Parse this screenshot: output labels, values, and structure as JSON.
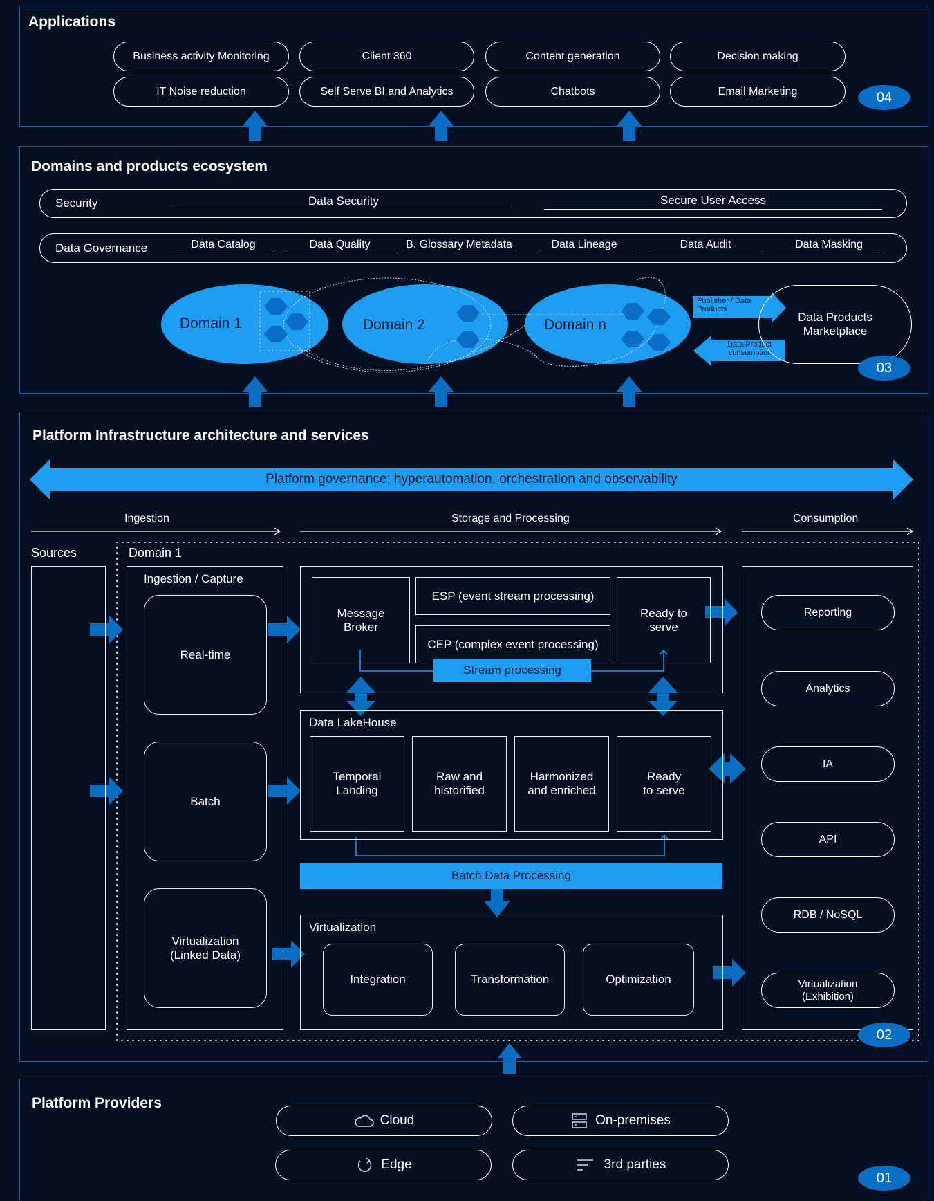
{
  "applications": {
    "title": "Applications",
    "items": [
      "Business activity Monitoring",
      "Client 360",
      "Content generation",
      "Decision making",
      "IT Noise reduction",
      "Self Serve BI and Analytics",
      "Chatbots",
      "Email Marketing"
    ],
    "badge": "04"
  },
  "domains": {
    "title": "Domains and products ecosystem",
    "security": {
      "label": "Security",
      "items": [
        "Data Security",
        "Secure User Access"
      ]
    },
    "governance": {
      "label": "Data Governance",
      "items": [
        "Data Catalog",
        "Data Quality",
        "B. Glossary  Metadata",
        "Data Lineage",
        "Data Audit",
        "Data Masking"
      ]
    },
    "domain1": "Domain 1",
    "domain2": "Domain 2",
    "domainn": "Domain n",
    "publisher": "Publisher / Data\nProducts",
    "consumption": "Data Product\nconsumption",
    "marketplace": "Data Products\nMarketplace",
    "badge": "03"
  },
  "platform": {
    "title": "Platform Infrastructure architecture and services",
    "governance_bar": "Platform governance: hyperautomation, orchestration and observability",
    "phases": {
      "ingestion": "Ingestion",
      "storage": "Storage and Processing",
      "consumption": "Consumption"
    },
    "sources": "Sources",
    "domain": "Domain 1",
    "ingestion_capture": "Ingestion / Capture",
    "realtime": "Real-time",
    "batch": "Batch",
    "virtualization_linked": "Virtualization\n(Linked Data)",
    "message_broker": "Message\nBroker",
    "esp": "ESP (event stream processing)",
    "cep": "CEP (complex event processing)",
    "ready_stream": "Ready to\nserve",
    "stream_processing": "Stream processing",
    "lakehouse": "Data LakeHouse",
    "temporal": "Temporal\nLanding",
    "raw": "Raw and\nhistorified",
    "harmonized": "Harmonized\nand enriched",
    "ready_lake": "Ready\nto serve",
    "batch_processing": "Batch Data Processing",
    "virtualization": "Virtualization",
    "integration": "Integration",
    "transformation": "Transformation",
    "optimization": "Optimization",
    "consumption_items": [
      "Reporting",
      "Analytics",
      "IA",
      "API",
      "RDB / NoSQL",
      "Virtualization\n(Exhibition)"
    ],
    "badge": "02"
  },
  "providers": {
    "title": "Platform Providers",
    "cloud": "Cloud",
    "onprem": "On-premises",
    "edge": "Edge",
    "third": "3rd parties",
    "badge": "01"
  },
  "colors": {
    "background": "#050f22",
    "accent": "#1e9ef0",
    "arrow": "#0a6fc4",
    "panel_border": "#1f5a9a"
  }
}
